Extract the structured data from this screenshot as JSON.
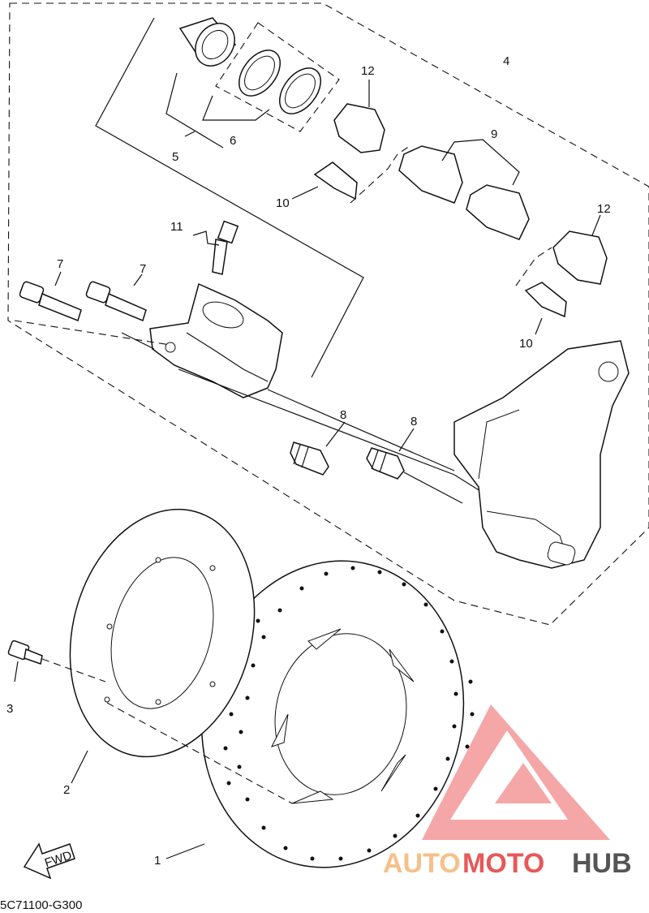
{
  "callouts": [
    {
      "id": "c1",
      "text": "1"
    },
    {
      "id": "c2",
      "text": "2"
    },
    {
      "id": "c3",
      "text": "3"
    },
    {
      "id": "c4",
      "text": "4"
    },
    {
      "id": "c5",
      "text": "5"
    },
    {
      "id": "c6",
      "text": "6"
    },
    {
      "id": "c7a",
      "text": "7"
    },
    {
      "id": "c7b",
      "text": "7"
    },
    {
      "id": "c8a",
      "text": "8"
    },
    {
      "id": "c8b",
      "text": "8"
    },
    {
      "id": "c9",
      "text": "9"
    },
    {
      "id": "c10a",
      "text": "10"
    },
    {
      "id": "c10b",
      "text": "10"
    },
    {
      "id": "c11",
      "text": "11"
    },
    {
      "id": "c12a",
      "text": "12"
    },
    {
      "id": "c12b",
      "text": "12"
    }
  ],
  "diagram_code": "5C71100-G300",
  "fwd_label": "FWD",
  "watermark": {
    "part1": "AUTO",
    "part2": "MOTO",
    "part3": "HUB"
  }
}
